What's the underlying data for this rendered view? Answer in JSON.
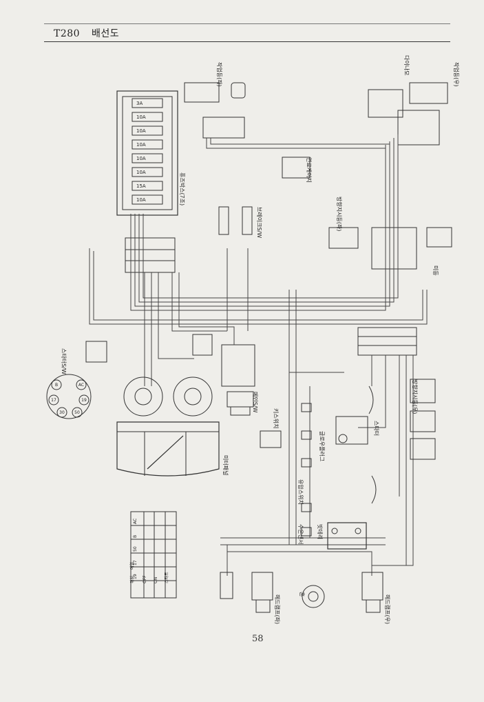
{
  "header": {
    "model": "T280",
    "title": "배선도"
  },
  "page_number": "58",
  "labels": {
    "head_lamp_l": "헤드램프(좌)",
    "head_lamp_r": "헤드램프(우)",
    "work_lamp_l": "작업등(좌)",
    "work_lamp_r": "작업등(우)",
    "fuse_box": "퓨즈박스(7조)",
    "starter_sw": "스타터S/W",
    "meter_panel": "미터패널",
    "main_sw": "메인S/W",
    "key_sw": "키스위치",
    "battery": "밧데리",
    "starter": "스타터",
    "alternator": "다이나모",
    "horn": "혼",
    "fuel_gauge": "연료게이지",
    "oil_pressure": "유압스위치",
    "water_temp": "수온센서",
    "glow_plug": "글로우플러그",
    "turn_signal_l": "방향지시등(좌)",
    "turn_signal_r": "방향지시등(우)",
    "tail_lamp": "미등",
    "brake_sw": "브레이크S/W"
  },
  "fuse_ratings": [
    "3A",
    "10A",
    "10A",
    "10A",
    "10A",
    "10A",
    "15A",
    "10A"
  ],
  "key_switch_table": {
    "headers": [
      "위치",
      "B",
      "AC",
      "17",
      "50",
      "19"
    ],
    "rows": [
      [
        "예열",
        "",
        "",
        "",
        "",
        ""
      ],
      [
        "OFF",
        "",
        "",
        "",
        "",
        ""
      ],
      [
        "ON",
        "",
        "",
        "",
        "",
        ""
      ],
      [
        "스타트",
        "",
        "",
        "",
        "",
        ""
      ]
    ]
  },
  "connector_codes": [
    "B",
    "AC",
    "17",
    "19",
    "30",
    "50"
  ]
}
